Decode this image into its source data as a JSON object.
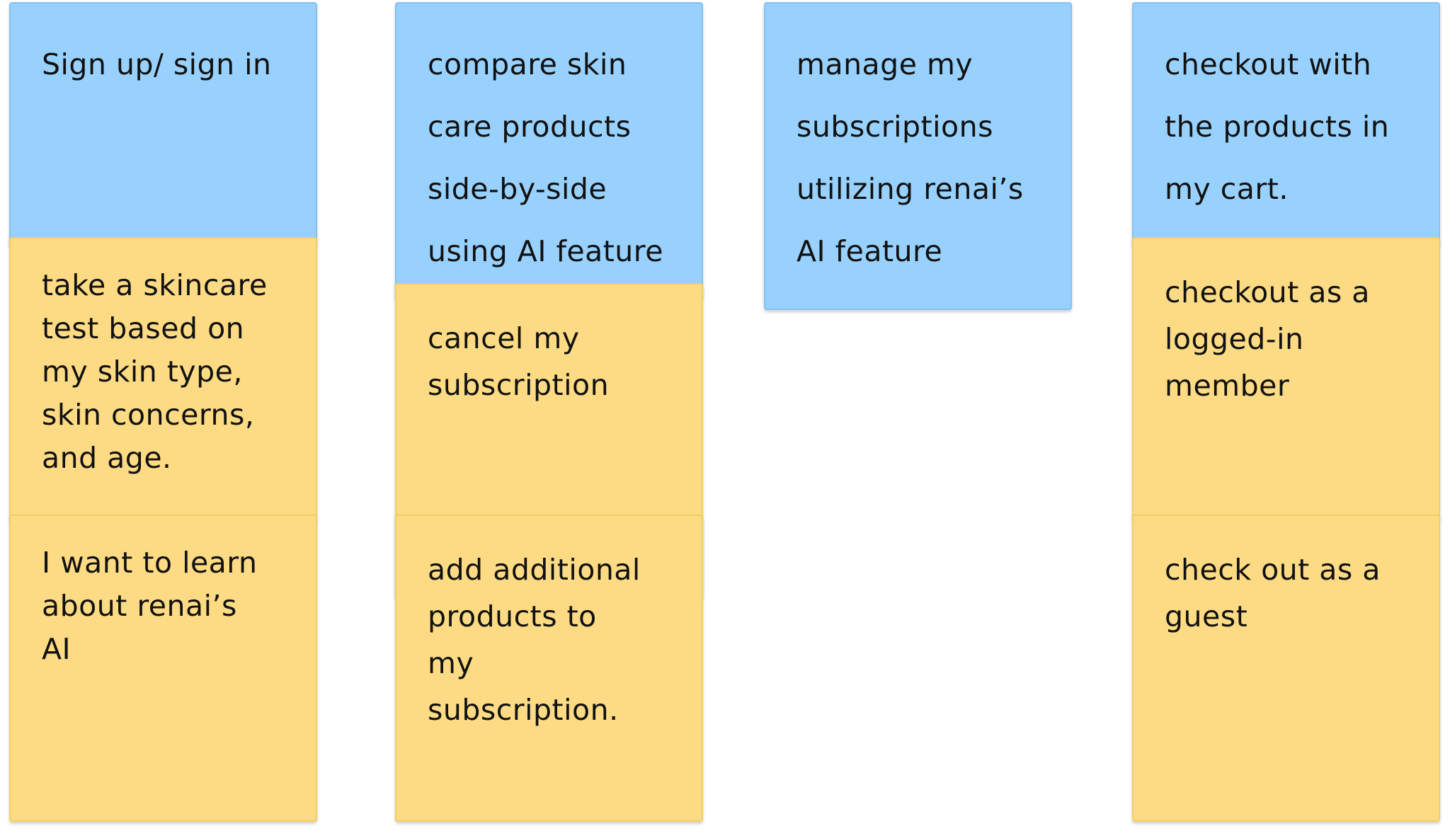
{
  "colors": {
    "blue_note": "#98d1fd",
    "yellow_note": "#fddb84",
    "background": "#ffffff"
  },
  "columns": [
    {
      "header": "Sign up/ sign in",
      "stories": [
        "take a skincare\ntest based on\nmy skin type,\nskin concerns,\nand age.",
        "I want to learn\nabout renai’s\nAI"
      ]
    },
    {
      "header": "compare skin\ncare products\nside-by-side\nusing AI feature",
      "stories": [
        "cancel my\nsubscription",
        "add additional\nproducts to\nmy\nsubscription."
      ]
    },
    {
      "header": "manage my\nsubscriptions\nutilizing renai’s\nAI feature",
      "stories": []
    },
    {
      "header": "checkout with\nthe products in\nmy cart.",
      "stories": [
        "checkout as a\nlogged-in\nmember",
        "check out as a\nguest"
      ]
    }
  ]
}
